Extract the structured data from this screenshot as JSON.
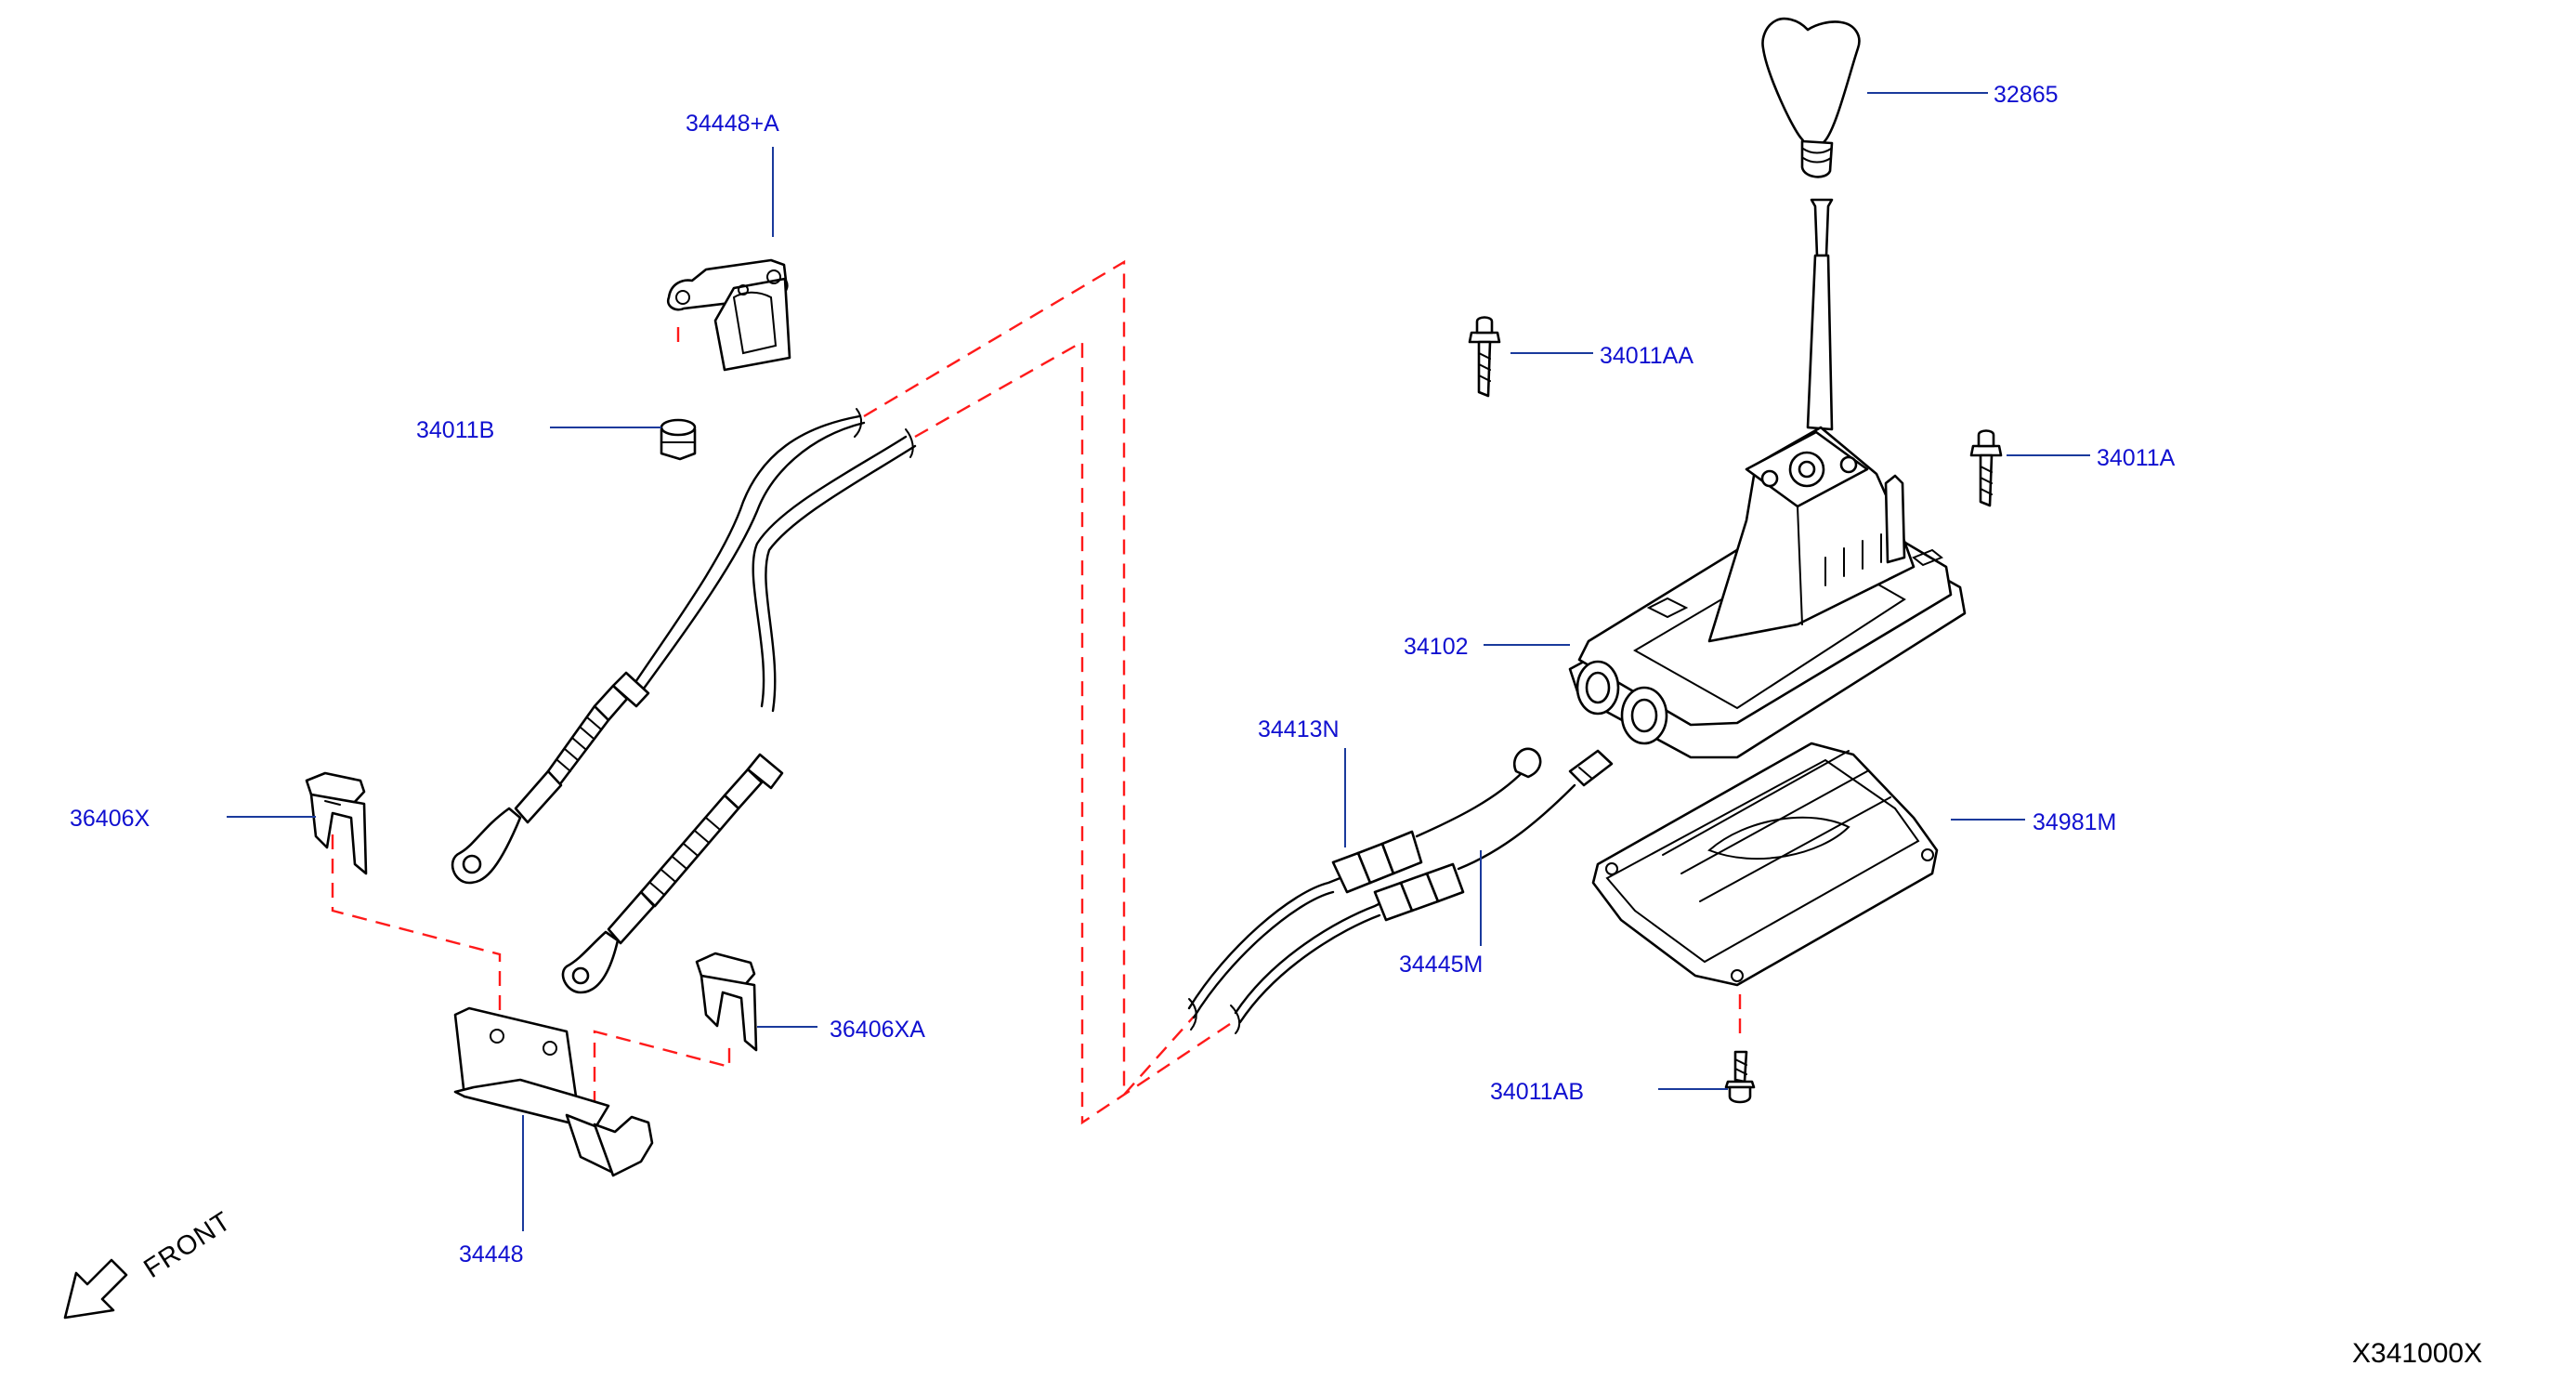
{
  "diagram": {
    "parts": [
      {
        "id": "32865",
        "label": "32865"
      },
      {
        "id": "34011AA",
        "label": "34011AA"
      },
      {
        "id": "34011A",
        "label": "34011A"
      },
      {
        "id": "34102",
        "label": "34102"
      },
      {
        "id": "34981M",
        "label": "34981M"
      },
      {
        "id": "34011AB",
        "label": "34011AB"
      },
      {
        "id": "34413N",
        "label": "34413N"
      },
      {
        "id": "34445M",
        "label": "34445M"
      },
      {
        "id": "34448+A",
        "label": "34448+A"
      },
      {
        "id": "34011B",
        "label": "34011B"
      },
      {
        "id": "36406X",
        "label": "36406X"
      },
      {
        "id": "36406XA",
        "label": "36406XA"
      },
      {
        "id": "34448",
        "label": "34448"
      }
    ],
    "direction_label": "FRONT",
    "diagram_code": "X341000X",
    "colors": {
      "label": "#1010d0",
      "leader": "#1a3a9c",
      "dashed_connector": "#ff1a1a",
      "line": "#000000"
    }
  }
}
